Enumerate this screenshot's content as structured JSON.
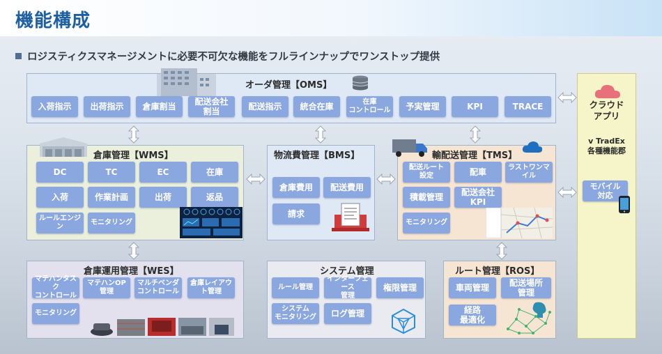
{
  "header": {
    "title": "機能構成"
  },
  "subtitle": "ロジスティクスマネージメントに必要不可欠な機能をフルラインナップでワンストップ提供",
  "oms": {
    "title": "オーダ管理【OMS】",
    "items": [
      "入荷指示",
      "出荷指示",
      "倉庫割当",
      "配送会社\n割当",
      "配送指示",
      "統合在庫",
      "在庫\nコントロール",
      "予実管理",
      "KPI",
      "TRACE"
    ]
  },
  "wms": {
    "title": "倉庫管理【WMS】",
    "items": [
      "DC",
      "TC",
      "EC",
      "在庫",
      "入荷",
      "作業計画",
      "出荷",
      "返品",
      "ルールエンジン",
      "モニタリング"
    ]
  },
  "bms": {
    "title": "物流費管理【BMS】",
    "items": [
      "倉庫費用",
      "配送費用",
      "請求"
    ]
  },
  "tms": {
    "title": "輸配送管理【TMS】",
    "items": [
      "配送ルート\n設定",
      "配車",
      "ラストワンマイル",
      "積載管理",
      "配送会社\nKPI",
      "モニタリング"
    ]
  },
  "wes": {
    "title": "倉庫運用管理【WES】",
    "items": [
      "マテハンタスク\nコントロール",
      "マテハンOP\n管理",
      "マルチベンダ\nコントロール",
      "倉庫レイアウ\nト管理",
      "モニタリング"
    ]
  },
  "sys": {
    "title": "システム管理",
    "items": [
      "ルール管理",
      "インターフェース\n管理",
      "権限管理",
      "システム\nモニタリング",
      "ログ管理"
    ]
  },
  "ros": {
    "title": "ルート管理【ROS】",
    "items": [
      "車両管理",
      "配送場所\n管理",
      "経路\n最適化"
    ]
  },
  "cloud": {
    "title": "クラウド\nアプリ",
    "label": "v TradEx\n各種機能郡",
    "mobile": "モバイル\n対応"
  },
  "colors": {
    "title": "#1d5fa3",
    "button": "#8aa7df",
    "cloud_icon": "#e8707a"
  }
}
